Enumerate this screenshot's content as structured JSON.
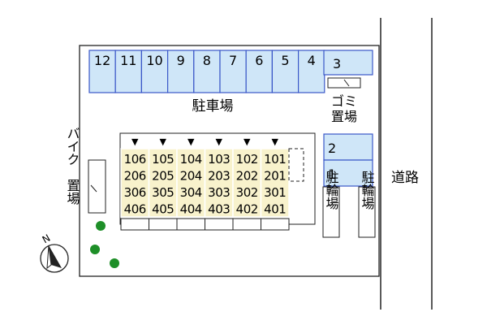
{
  "parking": {
    "spaces_row": [
      "12",
      "11",
      "10",
      "9",
      "8",
      "7",
      "6",
      "5",
      "4"
    ],
    "spaces_right_top": "3",
    "spaces_right_mid": [
      "2",
      "1"
    ],
    "label": "駐車場"
  },
  "garbage": {
    "label_line1": "ゴミ",
    "label_line2": "置場"
  },
  "bike": {
    "label_line1": "バイク",
    "label_line2": "置場"
  },
  "bicycle": {
    "label": "駐輪場"
  },
  "road": {
    "label": "道路"
  },
  "compass": {
    "north": "N"
  },
  "building": {
    "units": [
      [
        "106",
        "105",
        "104",
        "103",
        "102",
        "101"
      ],
      [
        "206",
        "205",
        "204",
        "203",
        "202",
        "201"
      ],
      [
        "306",
        "305",
        "304",
        "303",
        "302",
        "301"
      ],
      [
        "406",
        "405",
        "404",
        "403",
        "402",
        "401"
      ]
    ],
    "entrance_marker": "▼"
  },
  "colors": {
    "parking_fill": "#cfe6f8",
    "parking_stroke": "#3a57c8",
    "building_fill": "#f8f2cc",
    "tree": "#1e8f28"
  }
}
